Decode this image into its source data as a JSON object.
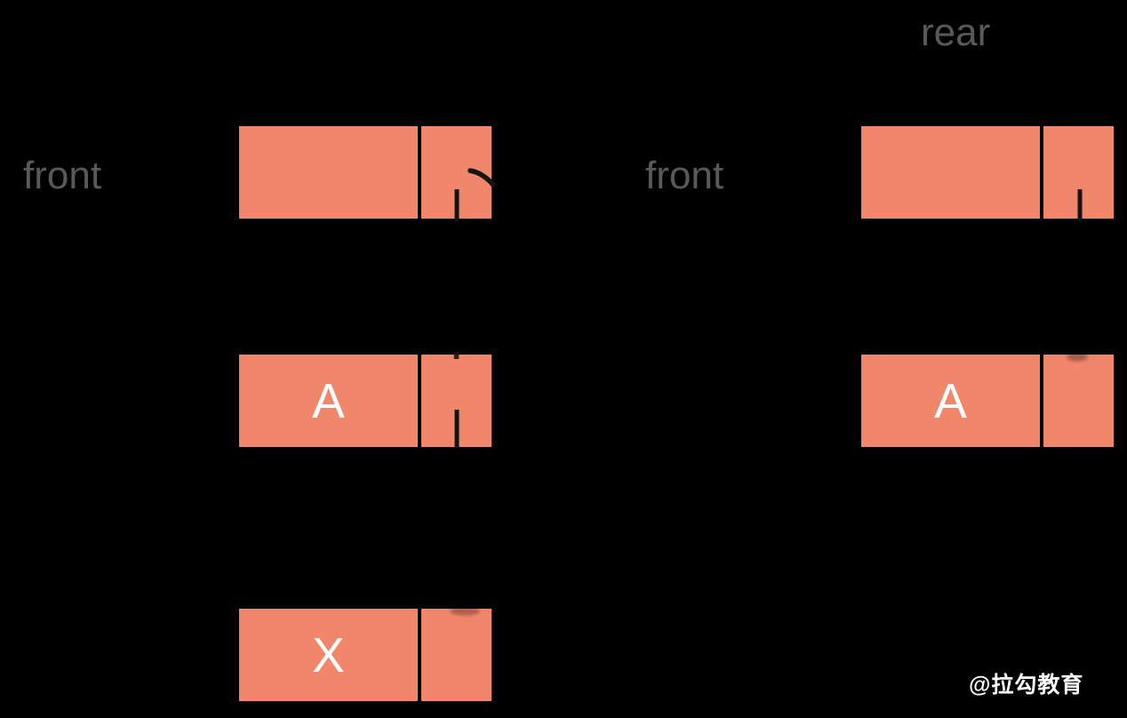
{
  "colors": {
    "background": "#000000",
    "node_fill": "#F0866A",
    "divider": "#000000",
    "label_gray": "#595959",
    "node_text": "#FFFFFF",
    "watermark_text": "#FFFFFF",
    "arrow_fragment": "#151515"
  },
  "left_diagram": {
    "front_label": "front",
    "node1": {
      "value": ""
    },
    "node2": {
      "value": "A"
    },
    "node3": {
      "value": "X"
    }
  },
  "right_diagram": {
    "rear_label": "rear",
    "front_label": "front",
    "node1": {
      "value": ""
    },
    "node2": {
      "value": "A"
    }
  },
  "watermark": "@拉勾教育"
}
